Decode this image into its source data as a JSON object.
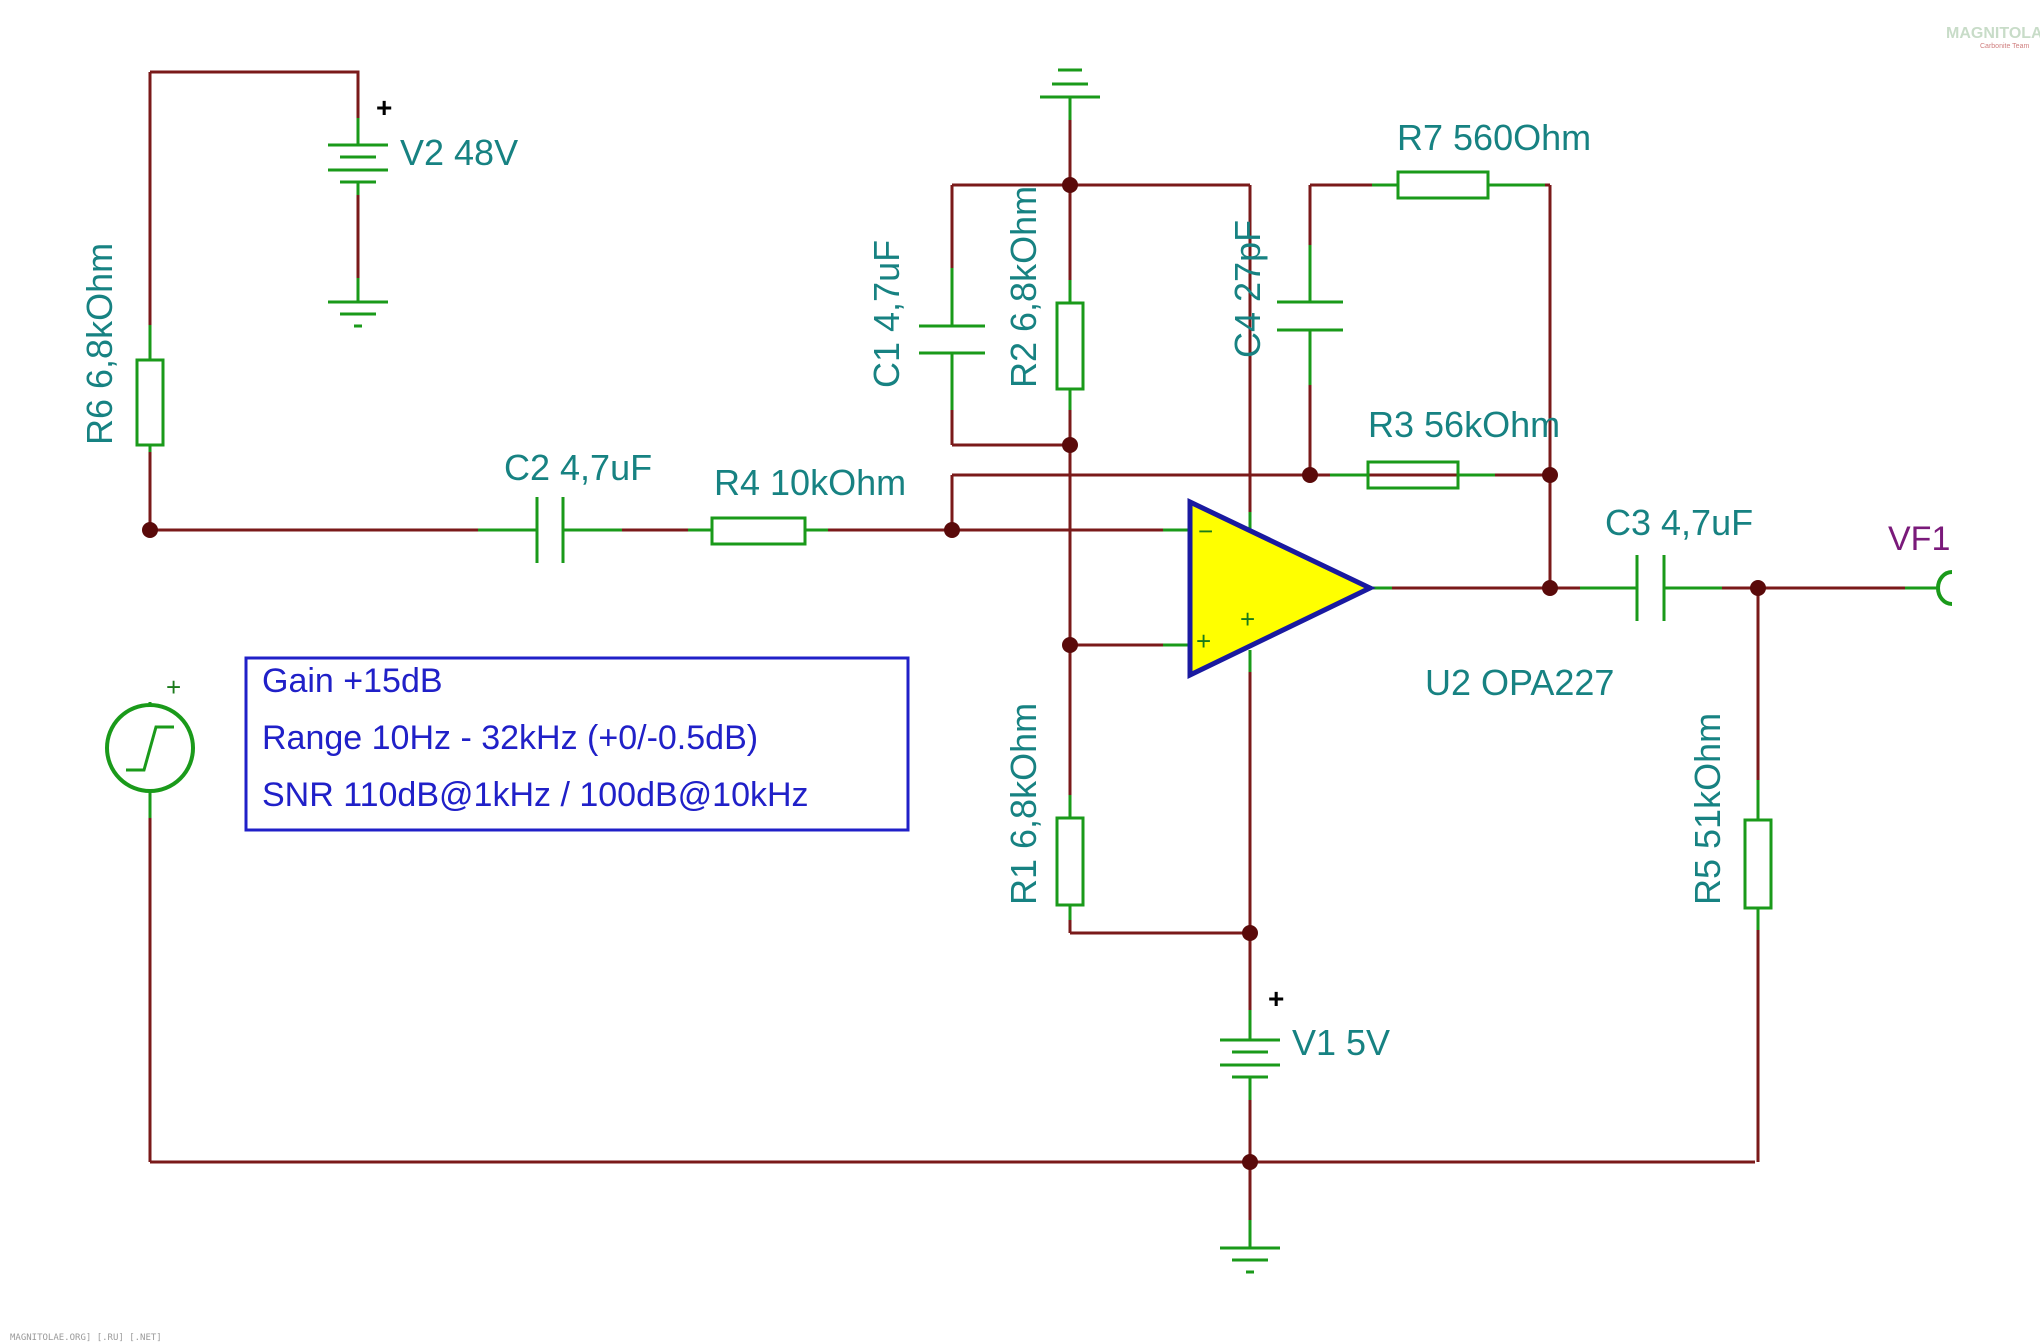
{
  "components": {
    "v2": "V2 48V",
    "r6": "R6 6,8kOhm",
    "c2": "C2 4,7uF",
    "r4": "R4 10kOhm",
    "c1": "C1 4,7uF",
    "r2": "R2 6,8kOhm",
    "c4": "C4 27pF",
    "r7": "R7 560Ohm",
    "r3": "R3 56kOhm",
    "c3": "C3 4,7uF",
    "vf1": "VF1",
    "u2": "U2 OPA227",
    "r1": "R1 6,8kOhm",
    "r5": "R5 51kOhm",
    "v1": "V1 5V"
  },
  "polarity": {
    "plus": "+",
    "minus": "−"
  },
  "notes": {
    "line1": "Gain +15dB",
    "line2": "Range 10Hz - 32kHz (+0/-0.5dB)",
    "line3": "SNR 110dB@1kHz / 100dB@10kHz"
  },
  "watermark": {
    "footer": "MAGNITOLAE.ORG] [.RU] [.NET]",
    "logo": "MAGNITOLA",
    "logo_sub": "Carbonite Team"
  },
  "colors": {
    "wire": "#7a1a1a",
    "component": "#1a9a1a",
    "label": "#178282",
    "opamp_fill": "#ffff00",
    "opamp_outline": "#1a1aa0",
    "note_text": "#2020c8",
    "probe": "#7a1a7a"
  }
}
